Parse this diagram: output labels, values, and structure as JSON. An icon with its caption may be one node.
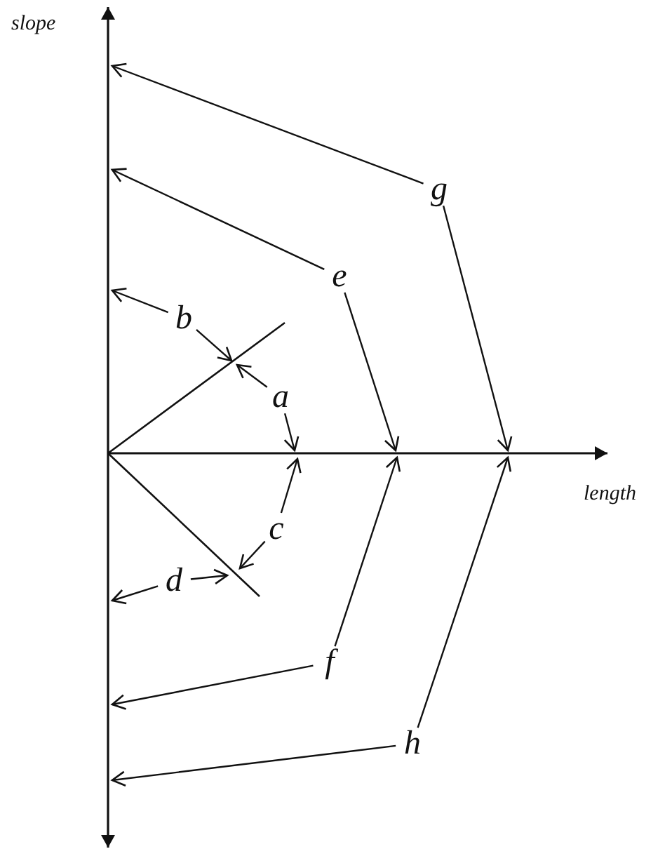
{
  "diagram": {
    "nodes": [
      {
        "text": [
          "g"
        ]
      },
      {
        "text": [
          "e"
        ]
      },
      {
        "text": [
          "b"
        ]
      },
      {
        "text": [
          "a"
        ]
      },
      {
        "text": [
          "c"
        ]
      },
      {
        "text": [
          "d"
        ]
      },
      {
        "text": [
          "f"
        ]
      },
      {
        "text": [
          "h"
        ]
      }
    ],
    "edges": [
      {
        "from": 0,
        "to": null,
        "arrow": "to"
      },
      {
        "from": 0,
        "to": null,
        "arrow": "to"
      },
      {
        "from": 1,
        "to": null,
        "arrow": "to"
      },
      {
        "from": 1,
        "to": null,
        "arrow": "to"
      },
      {
        "from": 2,
        "to": null,
        "arrow": "to"
      },
      {
        "from": 2,
        "to": null,
        "arrow": "to"
      },
      {
        "from": 3,
        "to": null,
        "arrow": "to"
      },
      {
        "from": 3,
        "to": null,
        "arrow": "to"
      },
      {
        "from": 4,
        "to": null,
        "arrow": "to"
      },
      {
        "from": 4,
        "to": null,
        "arrow": "to"
      },
      {
        "from": 5,
        "to": null,
        "arrow": "to"
      },
      {
        "from": 5,
        "to": null,
        "arrow": "to"
      },
      {
        "from": 6,
        "to": null,
        "arrow": "to"
      },
      {
        "from": 6,
        "to": null,
        "arrow": "to"
      },
      {
        "from": 7,
        "to": null,
        "arrow": "to"
      },
      {
        "from": 7,
        "to": null,
        "arrow": "to"
      }
    ],
    "labels": [
      "slope",
      "length"
    ]
  }
}
